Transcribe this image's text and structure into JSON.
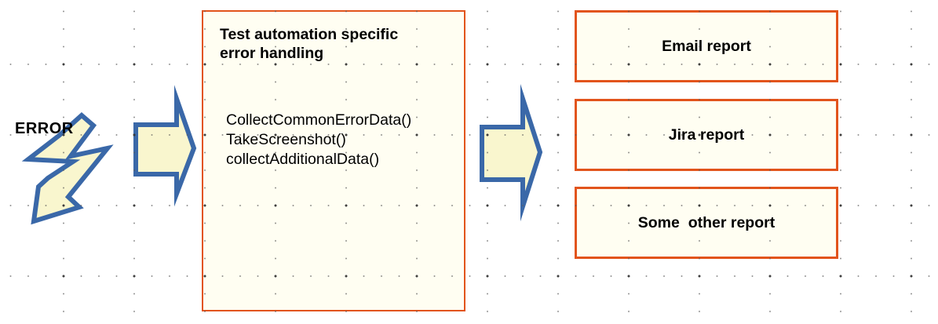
{
  "diagram": {
    "error_label": "ERROR",
    "main_box": {
      "title": "Test automation specific\nerror handling",
      "code_lines": [
        "CollectCommonErrorData()",
        "TakeScreenshot()",
        "collectAdditionalData()"
      ]
    },
    "report_boxes": [
      {
        "label": "Email report"
      },
      {
        "label": "Jira report"
      },
      {
        "label": "Some  other report"
      }
    ],
    "shapes": [
      "lightning-bolt-icon",
      "block-arrow-right-icon",
      "block-arrow-right-icon"
    ],
    "colors": {
      "shape_stroke_blue": "#3A68A8",
      "shape_fill_cream": "#F9F6CE",
      "box_fill_ivory": "#FFFEF2",
      "box_border_orange": "#E2541C",
      "text": "#000000",
      "grid_dot": "#5A5A5A"
    }
  }
}
